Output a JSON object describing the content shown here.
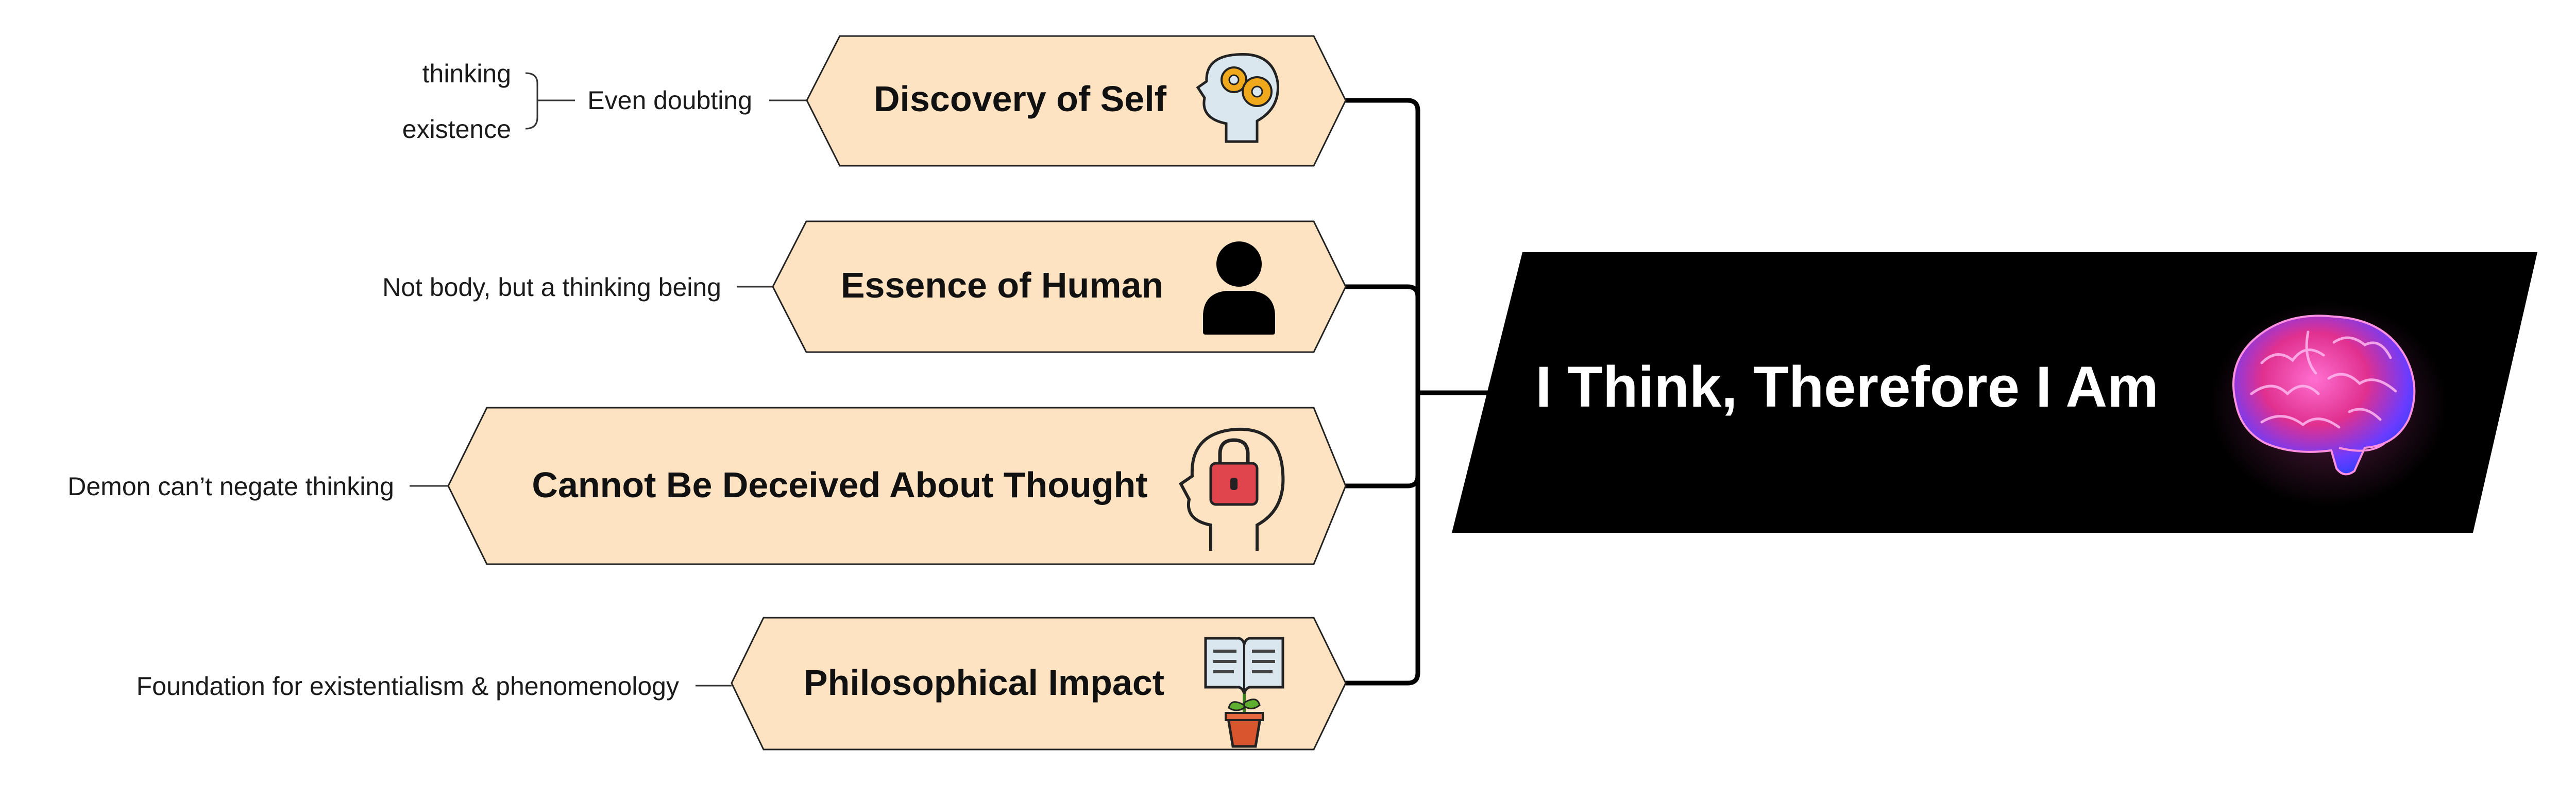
{
  "central": {
    "title": "I Think, Therefore I Am",
    "icon": "brain-icon",
    "fill": "#000000"
  },
  "branches": [
    {
      "title": "Discovery of Self",
      "icon": "head-gears-icon",
      "note": "Even doubting",
      "sub_notes": [
        "thinking",
        "existence"
      ]
    },
    {
      "title": "Essence of Human",
      "icon": "person-icon",
      "note": "Not body, but a thinking being"
    },
    {
      "title": "Cannot Be Deceived About Thought",
      "icon": "head-lock-icon",
      "note": "Demon can’t negate thinking"
    },
    {
      "title": "Philosophical Impact",
      "icon": "book-plant-icon",
      "note": "Foundation for existentialism & phenomenology"
    }
  ],
  "colors": {
    "branch_fill": "#fde3c1",
    "branch_stroke": "#222222",
    "connector": "#000000",
    "gear": "#f0a91c",
    "lock": "#e0454e",
    "pot": "#d9552e",
    "leaf": "#5fae2f",
    "brain_pink": "#ff3fa8",
    "brain_blue": "#4a5cff"
  }
}
